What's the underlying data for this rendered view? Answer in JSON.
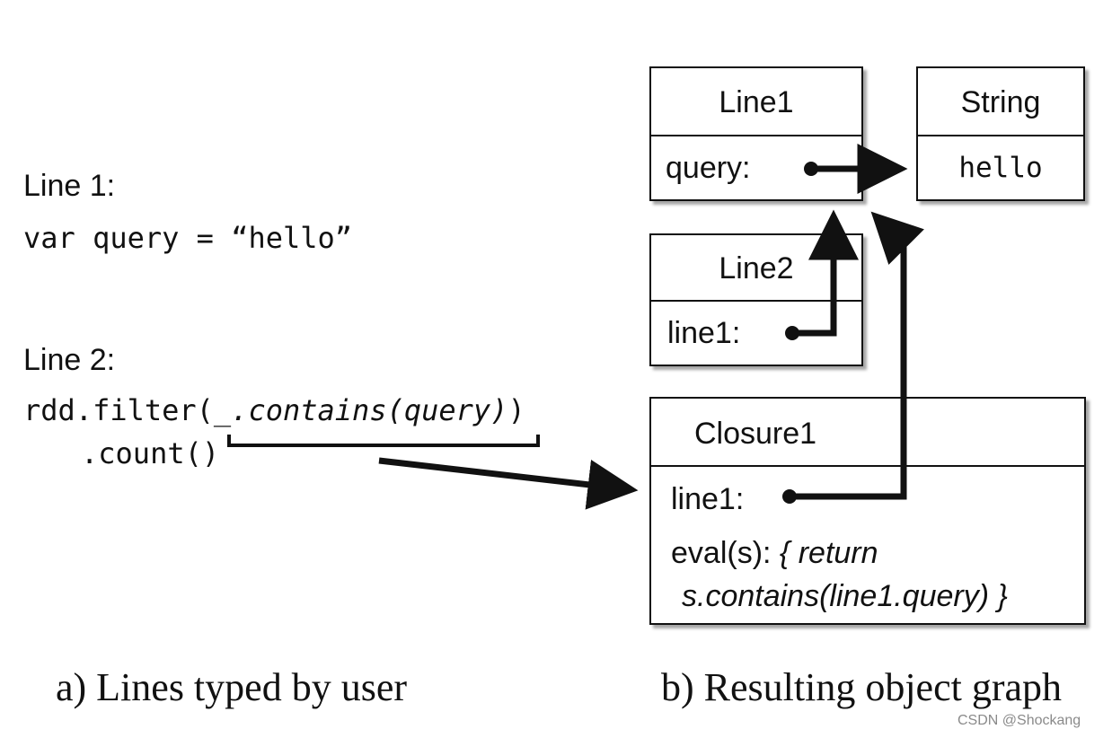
{
  "left_panel": {
    "line1_heading": "Line 1:",
    "line1_code": "var query = “hello”",
    "line2_heading": "Line 2:",
    "line2_code_prefix": "rdd.filter(",
    "line2_code_lambda": "_.contains(query)",
    "line2_code_suffix": ")",
    "line2_code_cont": ".count()",
    "caption": "a) Lines typed by user"
  },
  "graph": {
    "line1_box": {
      "title": "Line1",
      "field": "query:"
    },
    "string_box": {
      "title": "String",
      "value": "hello"
    },
    "line2_box": {
      "title": "Line2",
      "field": "line1:"
    },
    "closure_box": {
      "title": "Closure1",
      "field": "line1:",
      "eval_label": "eval(s): ",
      "eval_body_1": "{ return",
      "eval_body_2": "s.contains(line1.query) }"
    },
    "caption": "b) Resulting object graph"
  },
  "watermark": "CSDN @Shockang"
}
